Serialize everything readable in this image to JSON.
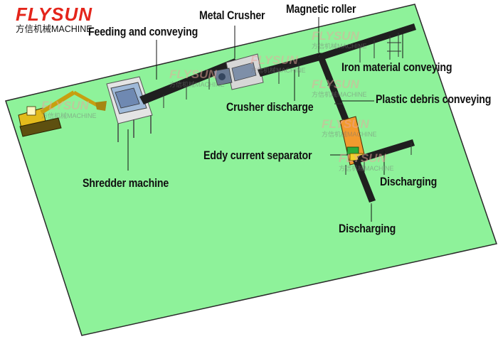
{
  "logo": {
    "brand": "FLYSUN",
    "sub": "方信机械MACHINE"
  },
  "watermark": {
    "brand": "FLYSUN",
    "sub": "方信机械MACHINE"
  },
  "colors": {
    "floor": "#8ef29a",
    "floor_edge": "#2a2a2a",
    "conveyor": "#1f1f1f",
    "excavator": "#e3bb1c",
    "separator": "#f29a2e",
    "brand_red": "#e4251b"
  },
  "labels": {
    "metal_crusher": "Metal Crusher",
    "magnetic_roller": "Magnetic roller",
    "feeding_conveying": "Feeding and conveying",
    "iron_conveying": "Iron material conveying",
    "crusher_discharge": "Crusher discharge",
    "plastic_conveying": "Plastic debris conveying",
    "eddy_separator": "Eddy current separator",
    "shredder": "Shredder machine",
    "discharging_1": "Discharging",
    "discharging_2": "Discharging"
  }
}
